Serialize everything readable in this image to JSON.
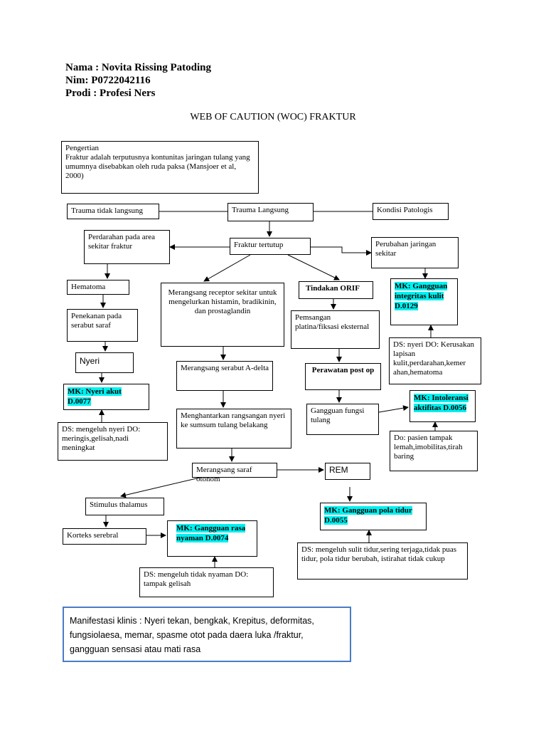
{
  "header": {
    "nama": "Nama : Novita Rissing Patoding",
    "nim": "Nim: P0722042116",
    "prodi": "Prodi : Profesi Ners"
  },
  "title": "WEB OF CAUTION (WOC) FRAKTUR",
  "nodes": {
    "pengertian_title": "Pengertian",
    "pengertian_text": "Fraktur adalah terputusnya kontunitas jaringan tulang yang umumnya disebabkan oleh ruda paksa (Mansjoer et al, 2000)",
    "trauma_tidak_langsung": "Trauma tidak langsung",
    "trauma_langsung": "Trauma Langsung",
    "kondisi_patologis": "Kondisi Patologis",
    "perdarahan": "Perdarahan pada area sekitar fraktur",
    "fraktur_tertutup": "Fraktur tertutup",
    "perubahan_jaringan": "Perubahan jaringan sekitar",
    "hematoma": "Hematoma",
    "merangsang_reseptor": "Merangsang receptor sekitar untuk mengelurkan histamin, bradikinin, dan prostaglandin",
    "tindakan_orif": "Tindakan ORIF",
    "mk_integritas": "MK: Gangguan integritas kulit D.0129",
    "penekanan": "Penekanan pada serabut saraf",
    "pemsangan": "Pemsangan platina/fiksasi eksternal",
    "ds_do_integritas": "DS: nyeri DO: Kerusakan lapisan kulit,perdarahan,kemer ahan,hematoma",
    "nyeri": "Nyeri",
    "merangsang_serabut": "Merangsang serabut A-delta",
    "perawatan_post_op": "Perawatan post op",
    "mk_nyeri_akut": "MK: Nyeri akut D.0077",
    "mk_intoleransi": "MK: Intoleransi aktifitas D.0056",
    "menghantarkan": "Menghantarkan rangsangan nyeri ke sumsum tulang belakang",
    "gangguan_fungsi": "Gangguan fungsi tulang",
    "ds_do_nyeri": "DS: mengeluh nyeri  DO: meringis,gelisah,nadi meningkat",
    "do_intoleransi": "Do: pasien tampak lemah,imobilitas,tirah baring",
    "merangsang_saraf": "Merangsang saraf otonom",
    "rem": "REM",
    "stimulus_thalamus": "Stimulus thalamus",
    "mk_pola_tidur": "MK: Gangguan pola tidur D.0055",
    "korteks_serebral": "Korteks serebral",
    "mk_rasa_nyaman": "MK: Gangguan rasa nyaman D.0074",
    "ds_do_tidur": "DS: mengeluh sulit tidur,sering terjaga,tidak puas tidur, pola tidur berubah, istirahat tidak cukup",
    "ds_do_nyaman": "DS: mengeluh tidak nyaman DO: tampak gelisah"
  },
  "manifestasi": "Manifestasi klinis : Nyeri tekan, bengkak, Krepitus, deformitas, fungsiolaesa, memar, spasme otot pada daera luka /fraktur, gangguan sensasi atau mati rasa",
  "colors": {
    "highlight": "#00f0f0",
    "manifestasi_border": "#4a7bc4"
  }
}
